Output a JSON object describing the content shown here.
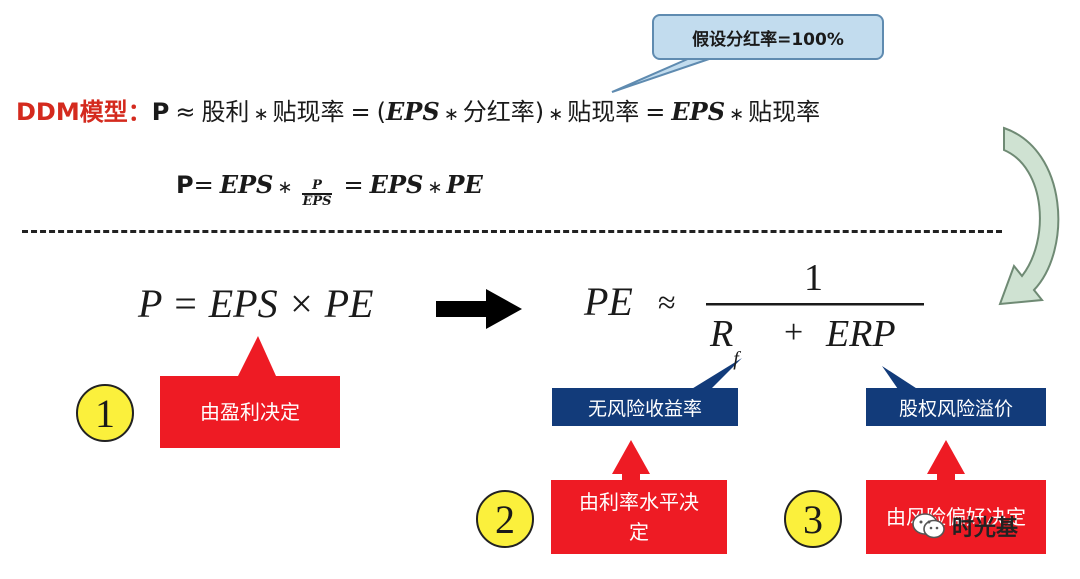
{
  "callout": {
    "text": "假设分红率=100%"
  },
  "ddm": {
    "label": "DDM模型：",
    "P": "P",
    "approx": "≈",
    "dividend": "股利",
    "discount": "贴现率",
    "eq": "=",
    "lparen": "(",
    "eps": "EPS",
    "payout": "分红率",
    "rparen": ")"
  },
  "second": {
    "P": "P",
    "eq": "=",
    "eps": "EPS",
    "frac_num": "P",
    "frac_den": "EPS",
    "pe": "PE"
  },
  "bottom": {
    "left_formula": "P = EPS × PE",
    "pe": "PE",
    "approx": "≈",
    "numerator": "1",
    "rf": "R",
    "rf_sub": "f",
    "plus": "+",
    "erp": "ERP"
  },
  "labels": {
    "earnings": "由盈利决定",
    "riskfree": "无风险收益率",
    "equity_premium": "股权风险溢价",
    "interest": "由利率水平决定",
    "risk_pref": "由风险偏好决定"
  },
  "circles": [
    "1",
    "2",
    "3"
  ],
  "watermark": {
    "text": "时光基"
  },
  "colors": {
    "red": "#ee1b24",
    "navy": "#123b7a",
    "yellow": "#fbf03c",
    "callout": "#c2dcee"
  },
  "icons": [
    "right-arrow-icon",
    "up-arrow-icon",
    "curved-arrow-icon",
    "wechat-icon"
  ]
}
